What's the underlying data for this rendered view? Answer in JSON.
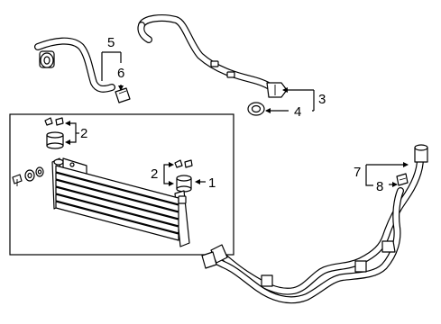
{
  "callouts": {
    "c1": "1",
    "c2a": "2",
    "c2b": "2",
    "c3": "3",
    "c4": "4",
    "c5": "5",
    "c6": "6",
    "c7": "7",
    "c8": "8"
  },
  "icons": {
    "inset": "inset-box",
    "cooler": "oil-cooler",
    "hoses": "cooler-line-assemblies"
  }
}
